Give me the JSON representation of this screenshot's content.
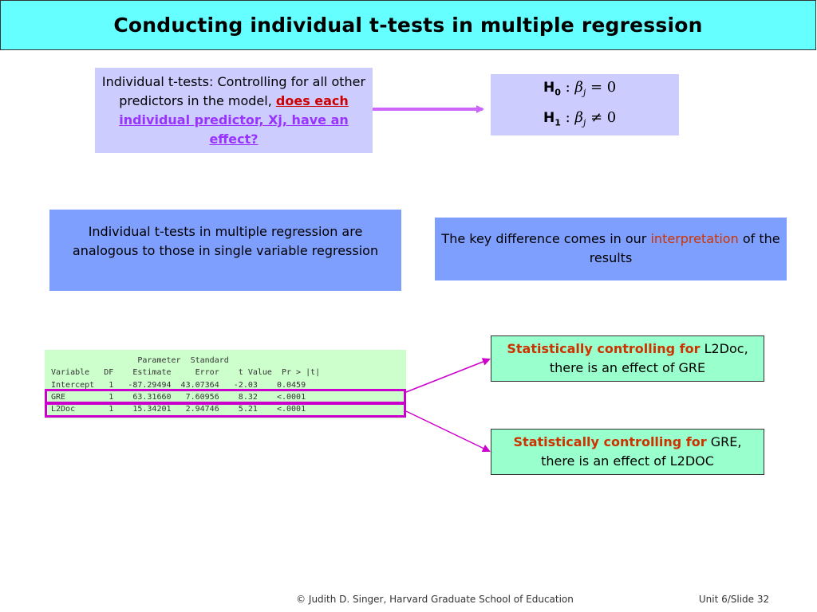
{
  "title": "Conducting individual t-tests in multiple regression",
  "question_box": {
    "prefix": "Individual t-tests: Controlling for all other predictors in the model,",
    "emph_red": "does each",
    "emph_purple": "individual predictor, Xj, have an effect?"
  },
  "hypotheses": {
    "h0_label": "H",
    "h0_sub": "0",
    "h0_expr_colon": ":",
    "h0_beta": "β",
    "h0_j": "j",
    "h0_rel": "= 0",
    "h1_label": "H",
    "h1_sub": "1",
    "h1_expr_colon": ":",
    "h1_beta": "β",
    "h1_j": "j",
    "h1_rel": "≠ 0"
  },
  "analogy_box": {
    "text": "Individual t-tests in multiple regression are analogous to those in single variable regression"
  },
  "interpretation_box": {
    "prefix": "The key difference comes in our",
    "emph": "interpretation",
    "suffix": "of the results"
  },
  "sas_output": {
    "header1": "                  Parameter  Standard",
    "header2": "Variable   DF    Estimate     Error    t Value  Pr > |t|",
    "row_intercept": "Intercept   1   -87.29494  43.07364   -2.03    0.0459",
    "row_gre": "GRE         1    63.31660   7.60956    8.32    <.0001",
    "row_l2doc": "L2Doc       1    15.34201   2.94746    5.21    <.0001"
  },
  "result1": {
    "lead": "Statistically controlling for",
    "rest": "L2Doc, there is an effect of GRE"
  },
  "result2": {
    "lead": "Statistically controlling for",
    "rest": "GRE, there is an effect of L2DOC"
  },
  "footer": {
    "copyright": "© Judith D. Singer, Harvard Graduate School of Education",
    "slide": "Unit 6/Slide 32"
  },
  "colors": {
    "title_bg": "#66ffff",
    "light_box": "#ccccff",
    "blue_box": "#7f9fff",
    "green_box": "#99ffcc",
    "table_bg": "#ccffcc",
    "accent_magenta": "#cc00cc",
    "accent_red": "#cc3300"
  }
}
